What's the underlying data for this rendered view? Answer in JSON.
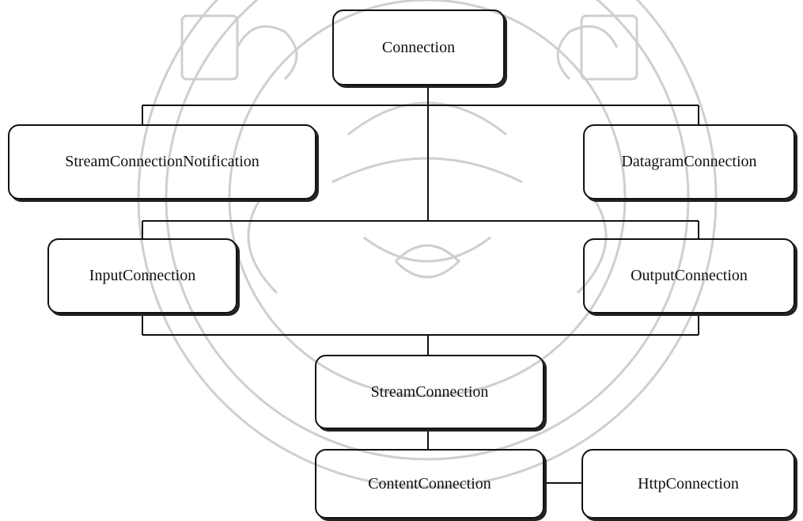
{
  "diagram": {
    "nodes": [
      {
        "id": "connection",
        "label": "Connection"
      },
      {
        "id": "stream-connection-notification",
        "label": "StreamConnectionNotification"
      },
      {
        "id": "datagram-connection",
        "label": "DatagramConnection"
      },
      {
        "id": "input-connection",
        "label": "InputConnection"
      },
      {
        "id": "output-connection",
        "label": "OutputConnection"
      },
      {
        "id": "stream-connection",
        "label": "StreamConnection"
      },
      {
        "id": "content-connection",
        "label": "ContentConnection"
      },
      {
        "id": "http-connection",
        "label": "HttpConnection"
      }
    ],
    "edges": [
      {
        "from": "connection",
        "to": "stream-connection-notification"
      },
      {
        "from": "connection",
        "to": "datagram-connection"
      },
      {
        "from": "connection",
        "to": "input-connection"
      },
      {
        "from": "connection",
        "to": "output-connection"
      },
      {
        "from": "input-connection",
        "to": "stream-connection"
      },
      {
        "from": "output-connection",
        "to": "stream-connection"
      },
      {
        "from": "stream-connection",
        "to": "content-connection"
      },
      {
        "from": "content-connection",
        "to": "http-connection"
      }
    ]
  },
  "colors": {
    "line": "#111111",
    "watermark": "#c8c8c8"
  }
}
